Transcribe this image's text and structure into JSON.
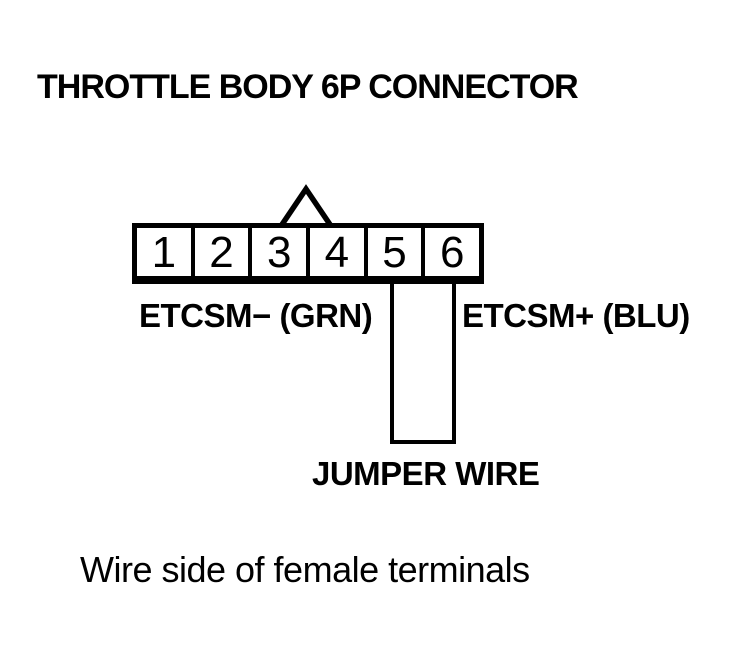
{
  "page": {
    "background_color": "#ffffff",
    "ink_color": "#000000"
  },
  "diagram": {
    "title": "THROTTLE BODY 6P CONNECTOR",
    "connector": {
      "pins": [
        "1",
        "2",
        "3",
        "4",
        "5",
        "6"
      ],
      "notch_icon": "triangle-alignment-notch",
      "notch_position": "between pins 3 and 4"
    },
    "left_terminal_label": "ETCSM− (GRN)",
    "right_terminal_label": "ETCSM+ (BLU)",
    "jumper_label": "JUMPER WIRE",
    "caption": "Wire side of female terminals"
  }
}
